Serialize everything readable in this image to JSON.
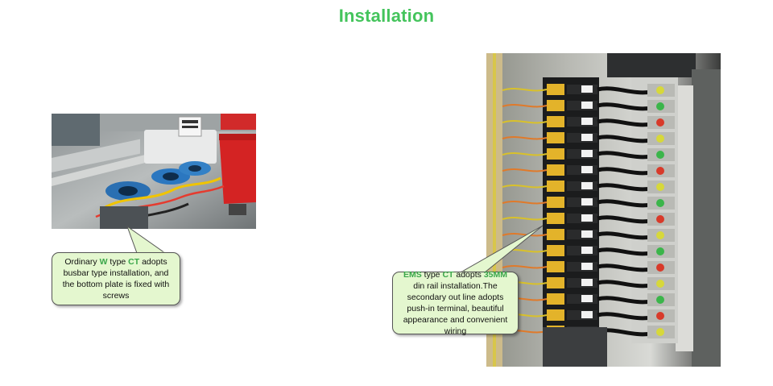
{
  "page": {
    "title": "Installation",
    "accent": "#44c45c",
    "bubble_fill": "#e4f7cf"
  },
  "left_callout": {
    "parts": [
      "Ordinary ",
      "W",
      " type ",
      "CT",
      " adopts busbar type installation, and the bottom plate is fixed with screws"
    ]
  },
  "right_callout": {
    "parts": [
      "EMS",
      " type ",
      "CT",
      " adopts ",
      "35MM",
      " din rail installation.The secondary out line adopts push-in terminal, beautiful appearance and convenient wiring"
    ]
  }
}
